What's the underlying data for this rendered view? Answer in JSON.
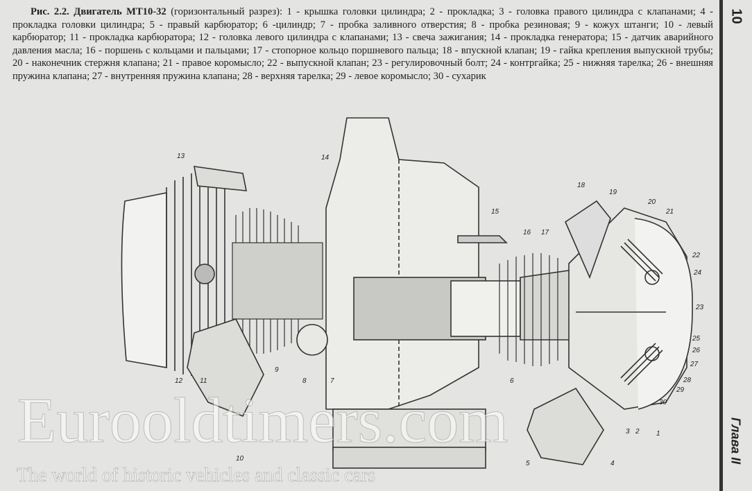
{
  "caption": {
    "title": "Рис. 2.2. Двигатель МТ10-32",
    "text": " (горизонтальный разрез): 1 - крышка головки цилиндра; 2 - прокладка; 3 - головка правого цилиндра с клапанами; 4 - прокладка головки цилиндра; 5 - правый карбюратор; 6 -цилиндр; 7 - пробка заливного отверстия; 8 - пробка резиновая; 9 - кожух штанги; 10 - левый карбюратор; 11 - прокладка карбюратора; 12 - головка левого цилиндра с клапанами; 13 - свеча зажигания; 14 - прокладка генератора; 15 - датчик аварийного давления масла; 16 - поршень с кольцами и пальцами; 17 - стопорное кольцо поршневого пальца; 18 - впускной клапан; 19 - гайка крепления выпускной трубы; 20 - наконечник стержня клапана; 21 - правое коромысло; 22 - выпускной клапан; 23 - регулировочный болт; 24 - контргайка; 25 - нижняя тарелка; 26 - внешняя пружина клапана; 27 - внутренняя пружина клапана; 28 - верхняя тарелка; 29 - левое коромысло; 30 - сухарик"
  },
  "page_number": "10",
  "chapter": "Глава II",
  "labels": [
    "1",
    "2",
    "3",
    "4",
    "5",
    "6",
    "7",
    "8",
    "9",
    "10",
    "11",
    "12",
    "13",
    "14",
    "15",
    "16",
    "17",
    "18",
    "19",
    "20",
    "21",
    "22",
    "23",
    "24",
    "25",
    "26",
    "27",
    "28",
    "29",
    "30"
  ],
  "watermark": {
    "site": "Eurooldtimers.com",
    "tagline": "The world of historic vehicles and classic cars"
  }
}
